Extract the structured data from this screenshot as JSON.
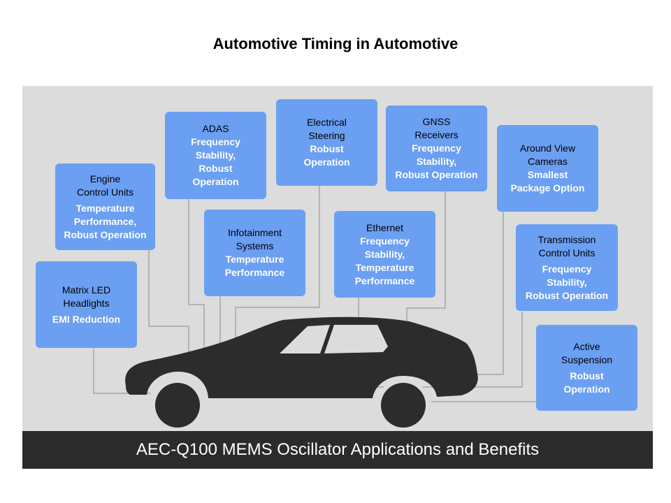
{
  "title": "Automotive Timing in Automotive",
  "footer": "AEC-Q100 MEMS Oscillator Applications and Benefits",
  "colors": {
    "box": "#6b9ff2",
    "panel": "#dcdcdc",
    "footer": "#2b2b2b",
    "car": "#2c2c2c"
  },
  "boxes": {
    "engine": {
      "label": "Engine\nControl Units",
      "benefit": "Temperature\nPerformance,\nRobust Operation"
    },
    "matrix": {
      "label": "Matrix LED\nHeadlights",
      "benefit": "EMI Reduction"
    },
    "adas": {
      "label": "ADAS",
      "benefit": "Frequency\nStability,\nRobust\nOperation"
    },
    "infotainment": {
      "label": "Infotainment\nSystems",
      "benefit": "Temperature\nPerformance"
    },
    "steering": {
      "label": "Electrical\nSteering",
      "benefit": "Robust\nOperation"
    },
    "ethernet": {
      "label": "Ethernet",
      "benefit": "Frequency\nStability,\nTemperature\nPerformance"
    },
    "gnss": {
      "label": "GNSS\nReceivers",
      "benefit": "Frequency\nStability,\nRobust Operation"
    },
    "camera": {
      "label": "Around View\nCameras",
      "benefit": "Smallest\nPackage Option"
    },
    "transmission": {
      "label": "Transmission\nControl Units",
      "benefit": "Frequency\nStability,\nRobust Operation"
    },
    "suspension": {
      "label": "Active\nSuspension",
      "benefit": "Robust\nOperation"
    }
  }
}
